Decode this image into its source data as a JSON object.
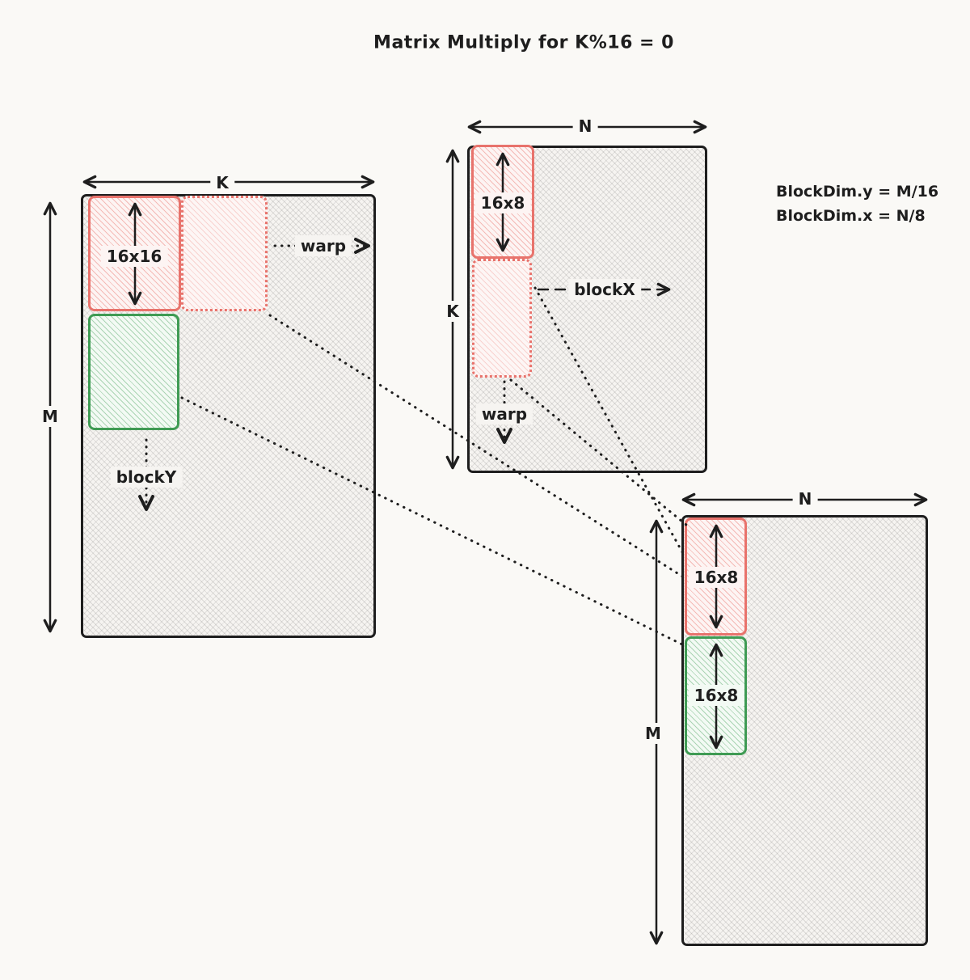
{
  "title": "Matrix Multiply for K%16 = 0",
  "notes": {
    "line1": "BlockDim.y = M/16",
    "line2": "BlockDim.x = N/8"
  },
  "matrix_a": {
    "dim_width": "K",
    "dim_height": "M",
    "tile_label": "16x16",
    "warp_label": "warp",
    "block_label": "blockY"
  },
  "matrix_b": {
    "dim_width": "N",
    "dim_height": "K",
    "tile_label": "16x8",
    "warp_label": "warp",
    "block_label": "blockX"
  },
  "matrix_c": {
    "dim_width": "N",
    "dim_height": "M",
    "red_tile_label": "16x8",
    "green_tile_label": "16x8"
  },
  "colors": {
    "ink": "#1e1e1e",
    "accent_red": "#e8736c",
    "accent_green": "#3f9b54",
    "canvas": "#faf9f6"
  }
}
